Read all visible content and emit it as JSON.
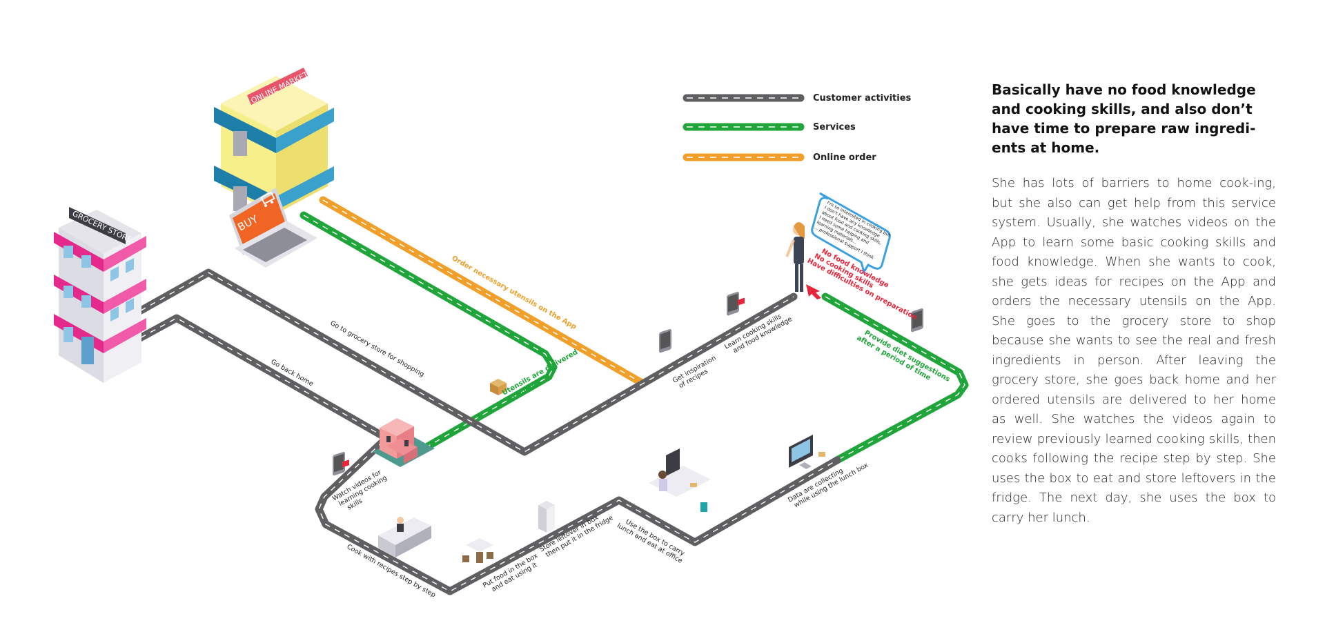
{
  "legend": {
    "customer": "Customer activities",
    "services": "Services",
    "online": "Online order"
  },
  "colors": {
    "road": "#5f5f61",
    "services": "#1fa53a",
    "online": "#f0a02a",
    "grocery_accent": "#e4288c",
    "market_accent": "#1d7fa8",
    "market_wall": "#f7ef8a",
    "alert": "#e8253a"
  },
  "buildings": {
    "grocery_sign": "GROCERY STORE",
    "market_sign": "ONLINE MARKET",
    "buy_label": "BUY"
  },
  "route_labels": {
    "go_grocery": "Go to grocery store for shopping",
    "go_home": "Go back home",
    "order_utensils": "Order necessary utensils on the App",
    "utensils_delivered_1": "Utensils are delivered",
    "utensils_delivered_2": "to home",
    "inspiration_1": "Get inspiration",
    "inspiration_2": "of recipes",
    "learn_1": "Learn cooking skills",
    "learn_2": "and food knowledge",
    "diet_1": "Provide diet suggestions",
    "diet_2": "after a period of time",
    "watch_1": "Watch videos for",
    "watch_2": "learning cooking",
    "watch_3": "skills",
    "cook": "Cook with recipes step by step",
    "put_food_1": "Put food in the box",
    "put_food_2": "and eat using it",
    "store_1": "Store leftover in box",
    "store_2": "then put it in the fridge",
    "carry_1": "Use the box to carry",
    "carry_2": "lunch and eat at office",
    "data_1": "Data are collecting",
    "data_2": "while using the lunch box"
  },
  "persona": {
    "problem_1": "No food knowledge",
    "problem_2": "No cooking skills",
    "problem_3": "Have difficulties on preparation",
    "bubble_lines": [
      "I'm so interested in cooking but",
      "I don't have any knowledge",
      "about food and cooking skills,",
      "I need some helping and",
      "learning materials...",
      "... professional support I think"
    ]
  },
  "story": {
    "heading": "Basically have no food knowledge and cooking skills, and also don’t have time to prepare raw ingredi-ents at home.",
    "body": "She has lots of barriers to home cook-ing, but she also can get help from this service system. Usually, she watches videos on the App to learn some basic cooking skills and food knowledge. When she wants to cook, she gets ideas for recipes on the App and orders the necessary utensils on the App. She goes to the grocery store to shop because she wants to see the real and fresh ingredients in person. After leaving the grocery store, she goes back home and her ordered utensils are delivered to her home as well. She watches the videos again to review previously learned cooking skills, then cooks following the recipe step by step. She uses the box to eat and store leftovers in the fridge. The next day, she uses the box to carry her lunch."
  }
}
